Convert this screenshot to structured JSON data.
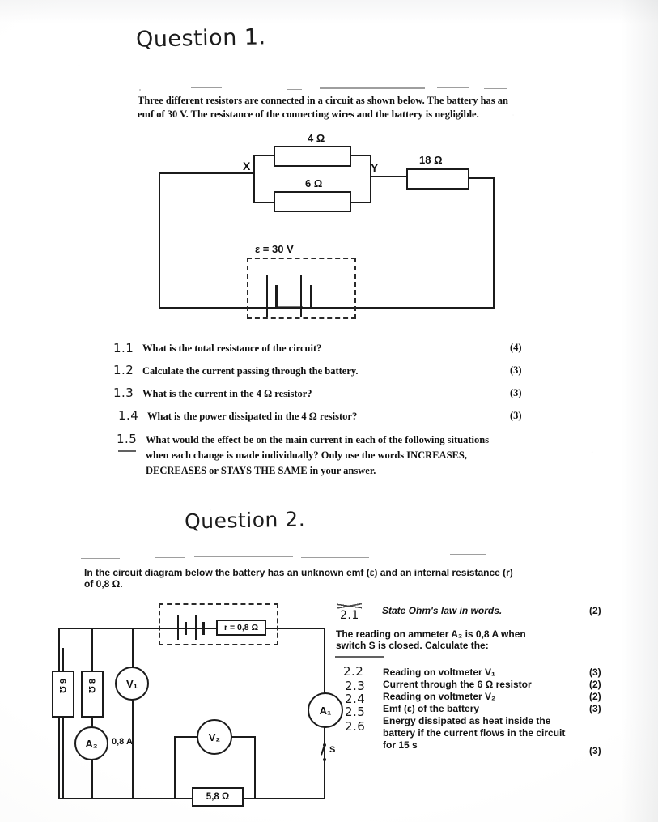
{
  "question1": {
    "heading_handwritten": "Question 1.",
    "intro_line1": "Three different resistors are connected in a circuit as shown below. The battery has an",
    "intro_line2": "emf of 30 V. The resistance of the connecting wires and the battery is negligible.",
    "circuit": {
      "resistor_top_label": "4 Ω",
      "resistor_bottom_label": "6 Ω",
      "resistor_series_label": "18 Ω",
      "node_left_label": "X",
      "node_right_label": "Y",
      "emf_label": "ε = 30 V"
    },
    "items": [
      {
        "number": "1.1",
        "text": "What is the total resistance of the circuit?",
        "marks": "(4)"
      },
      {
        "number": "1.2",
        "text": "Calculate the current passing through the battery.",
        "marks": "(3)"
      },
      {
        "number": "1.3",
        "text": "What is the current in the 4 Ω resistor?",
        "marks": "(3)"
      },
      {
        "number": "1.4",
        "text": "What is the power dissipated in the 4 Ω resistor?",
        "marks": "(3)"
      }
    ],
    "item5": {
      "number": "1.5",
      "line1": "What would the effect be on the main current in each of the following situations",
      "line2": "when each change is made individually? Only use the words INCREASES,",
      "line3": "DECREASES or STAYS THE SAME in your answer."
    }
  },
  "question2": {
    "heading_handwritten": "Question 2.",
    "intro_line1": "In the circuit diagram below the battery has an unknown emf (ε) and an internal resistance (r)",
    "intro_line2": "of 0,8 Ω.",
    "item1": {
      "number": "2.1",
      "text": "State Ohm's law in words.",
      "marks": "(2)"
    },
    "lead_line1": "The reading on ammeter A₂ is 0,8 A when",
    "lead_line2": "switch S is closed. Calculate the:",
    "items": [
      {
        "number": "2.2",
        "text": "Reading on voltmeter V₁",
        "marks": "(3)"
      },
      {
        "number": "2.3",
        "text": "Current through the 6 Ω resistor",
        "marks": "(2)"
      },
      {
        "number": "2.4",
        "text": "Reading on voltmeter V₂",
        "marks": "(2)"
      },
      {
        "number": "2.5",
        "text": "Emf (ε) of the battery",
        "marks": "(3)"
      }
    ],
    "item6": {
      "number": "2.6",
      "line1": "Energy dissipated as heat inside the",
      "line2": "battery if the current flows in the circuit",
      "line3": "for 15 s",
      "marks": "(3)"
    },
    "circuit": {
      "resistor_left_label": "6 Ω",
      "resistor_mid_label": "8 Ω",
      "resistor_bottom_label": "5,8 Ω",
      "internal_resistance_label": "r = 0,8 Ω",
      "voltmeter1_label": "V₁",
      "voltmeter2_label": "V₂",
      "ammeter1_label": "A₁",
      "ammeter2_label": "A₂",
      "ammeter2_reading": "0,8 A",
      "switch_label": "S"
    }
  },
  "colors": {
    "ink": "#1b1b1b",
    "paper": "#fdfdfd"
  }
}
